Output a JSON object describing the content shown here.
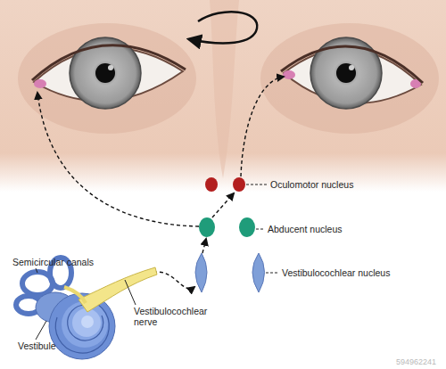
{
  "diagram": {
    "labels": [
      "Oculomotor nucleus",
      "Abducent nucleus",
      "Vestibulocochlear nucleus",
      "Semicircular canals",
      "Vestibulocochlear nerve",
      "Vestibule",
      "594962241"
    ]
  }
}
